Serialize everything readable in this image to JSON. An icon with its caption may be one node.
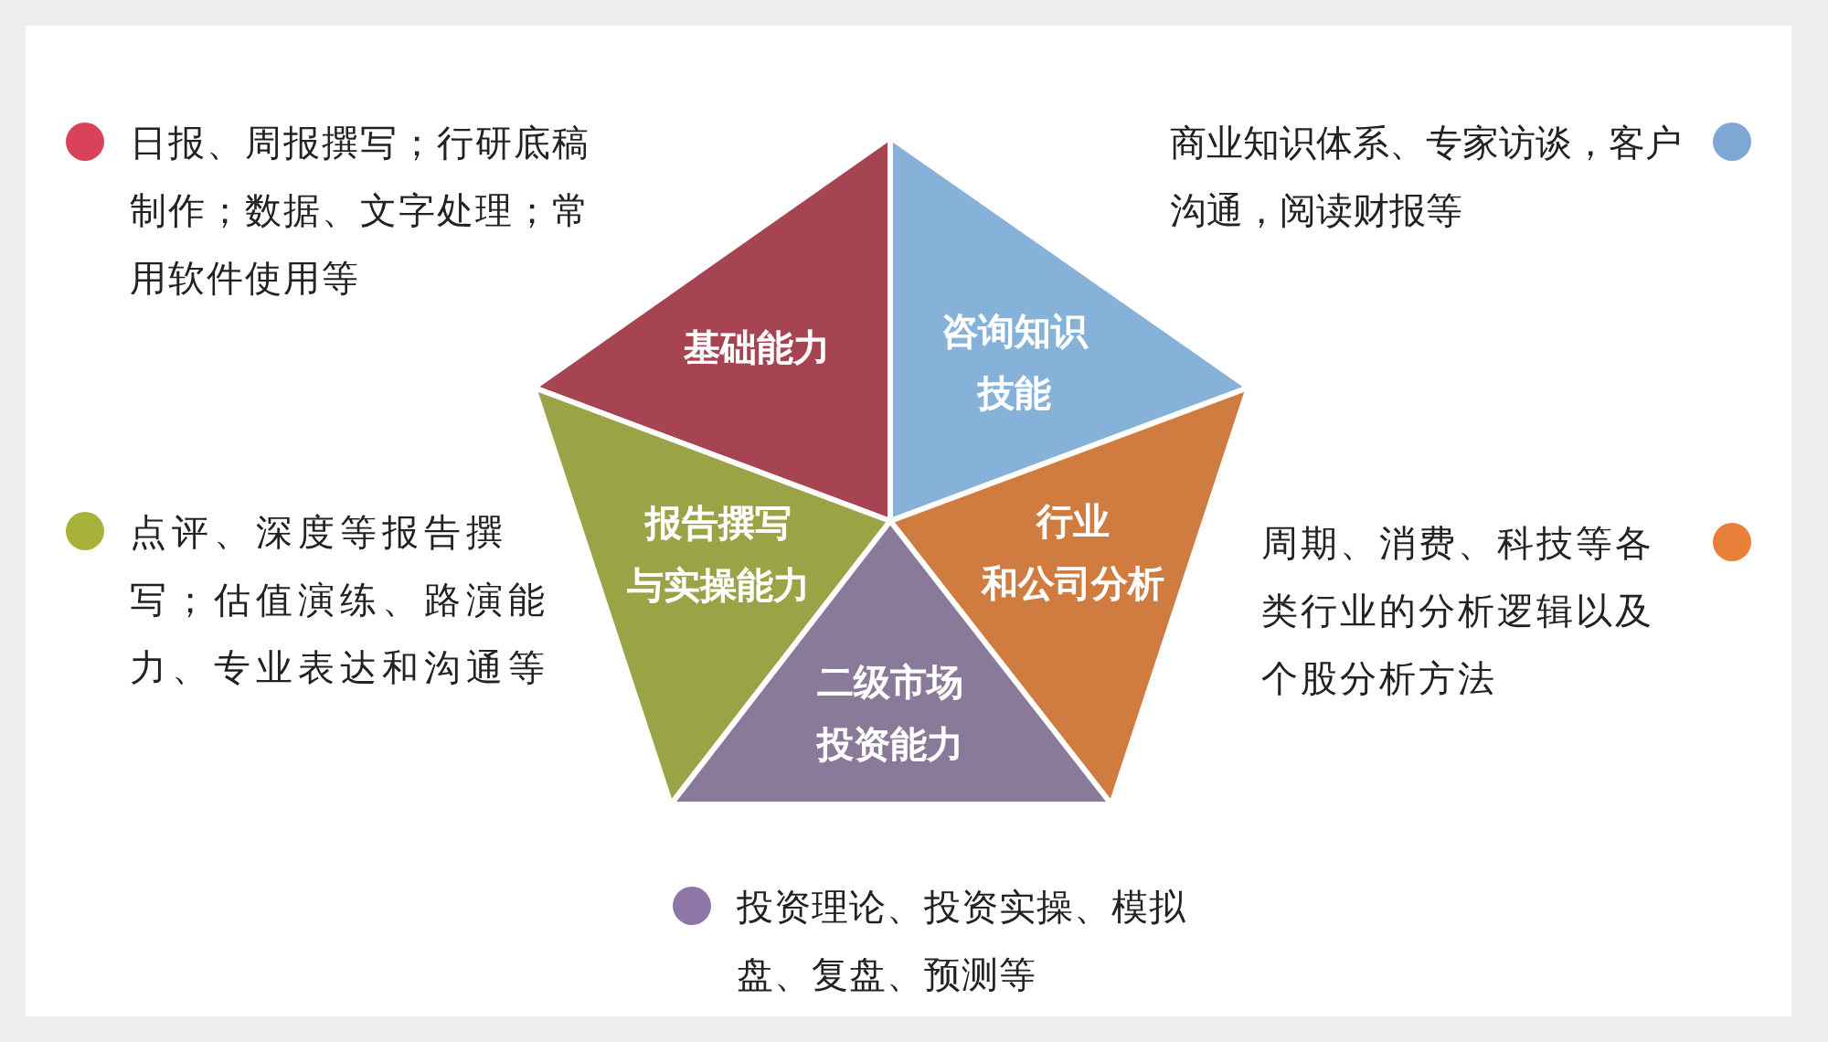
{
  "diagram": {
    "nodes": [
      {
        "text": [
          "基础能力"
        ]
      },
      {
        "text": [
          "咨询知识技能"
        ]
      },
      {
        "text": [
          "报告撰写与实操能力"
        ]
      },
      {
        "text": [
          "行业和公司分析"
        ]
      },
      {
        "text": [
          "二级市场投资能力"
        ]
      }
    ],
    "legend": [
      {
        "text": "日报、周报撰写；行研底稿制作；数据、文字处理；常用软件使用等",
        "color": "#d9435a"
      },
      {
        "text": "商业知识体系、专家访谈，客户沟通，阅读财报等",
        "color": "#7fa7d3"
      },
      {
        "text": "点评、深度等报告撰写；估值演练、路演能力、专业表达和沟通等",
        "color": "#a7b23a"
      },
      {
        "text": "周期、消费、科技等各类行业的分析逻辑以及个股分析方法",
        "color": "#e8803a"
      },
      {
        "text": "投资理论、投资实操、模拟盘、复盘、预测等",
        "color": "#8e77a6"
      }
    ]
  }
}
